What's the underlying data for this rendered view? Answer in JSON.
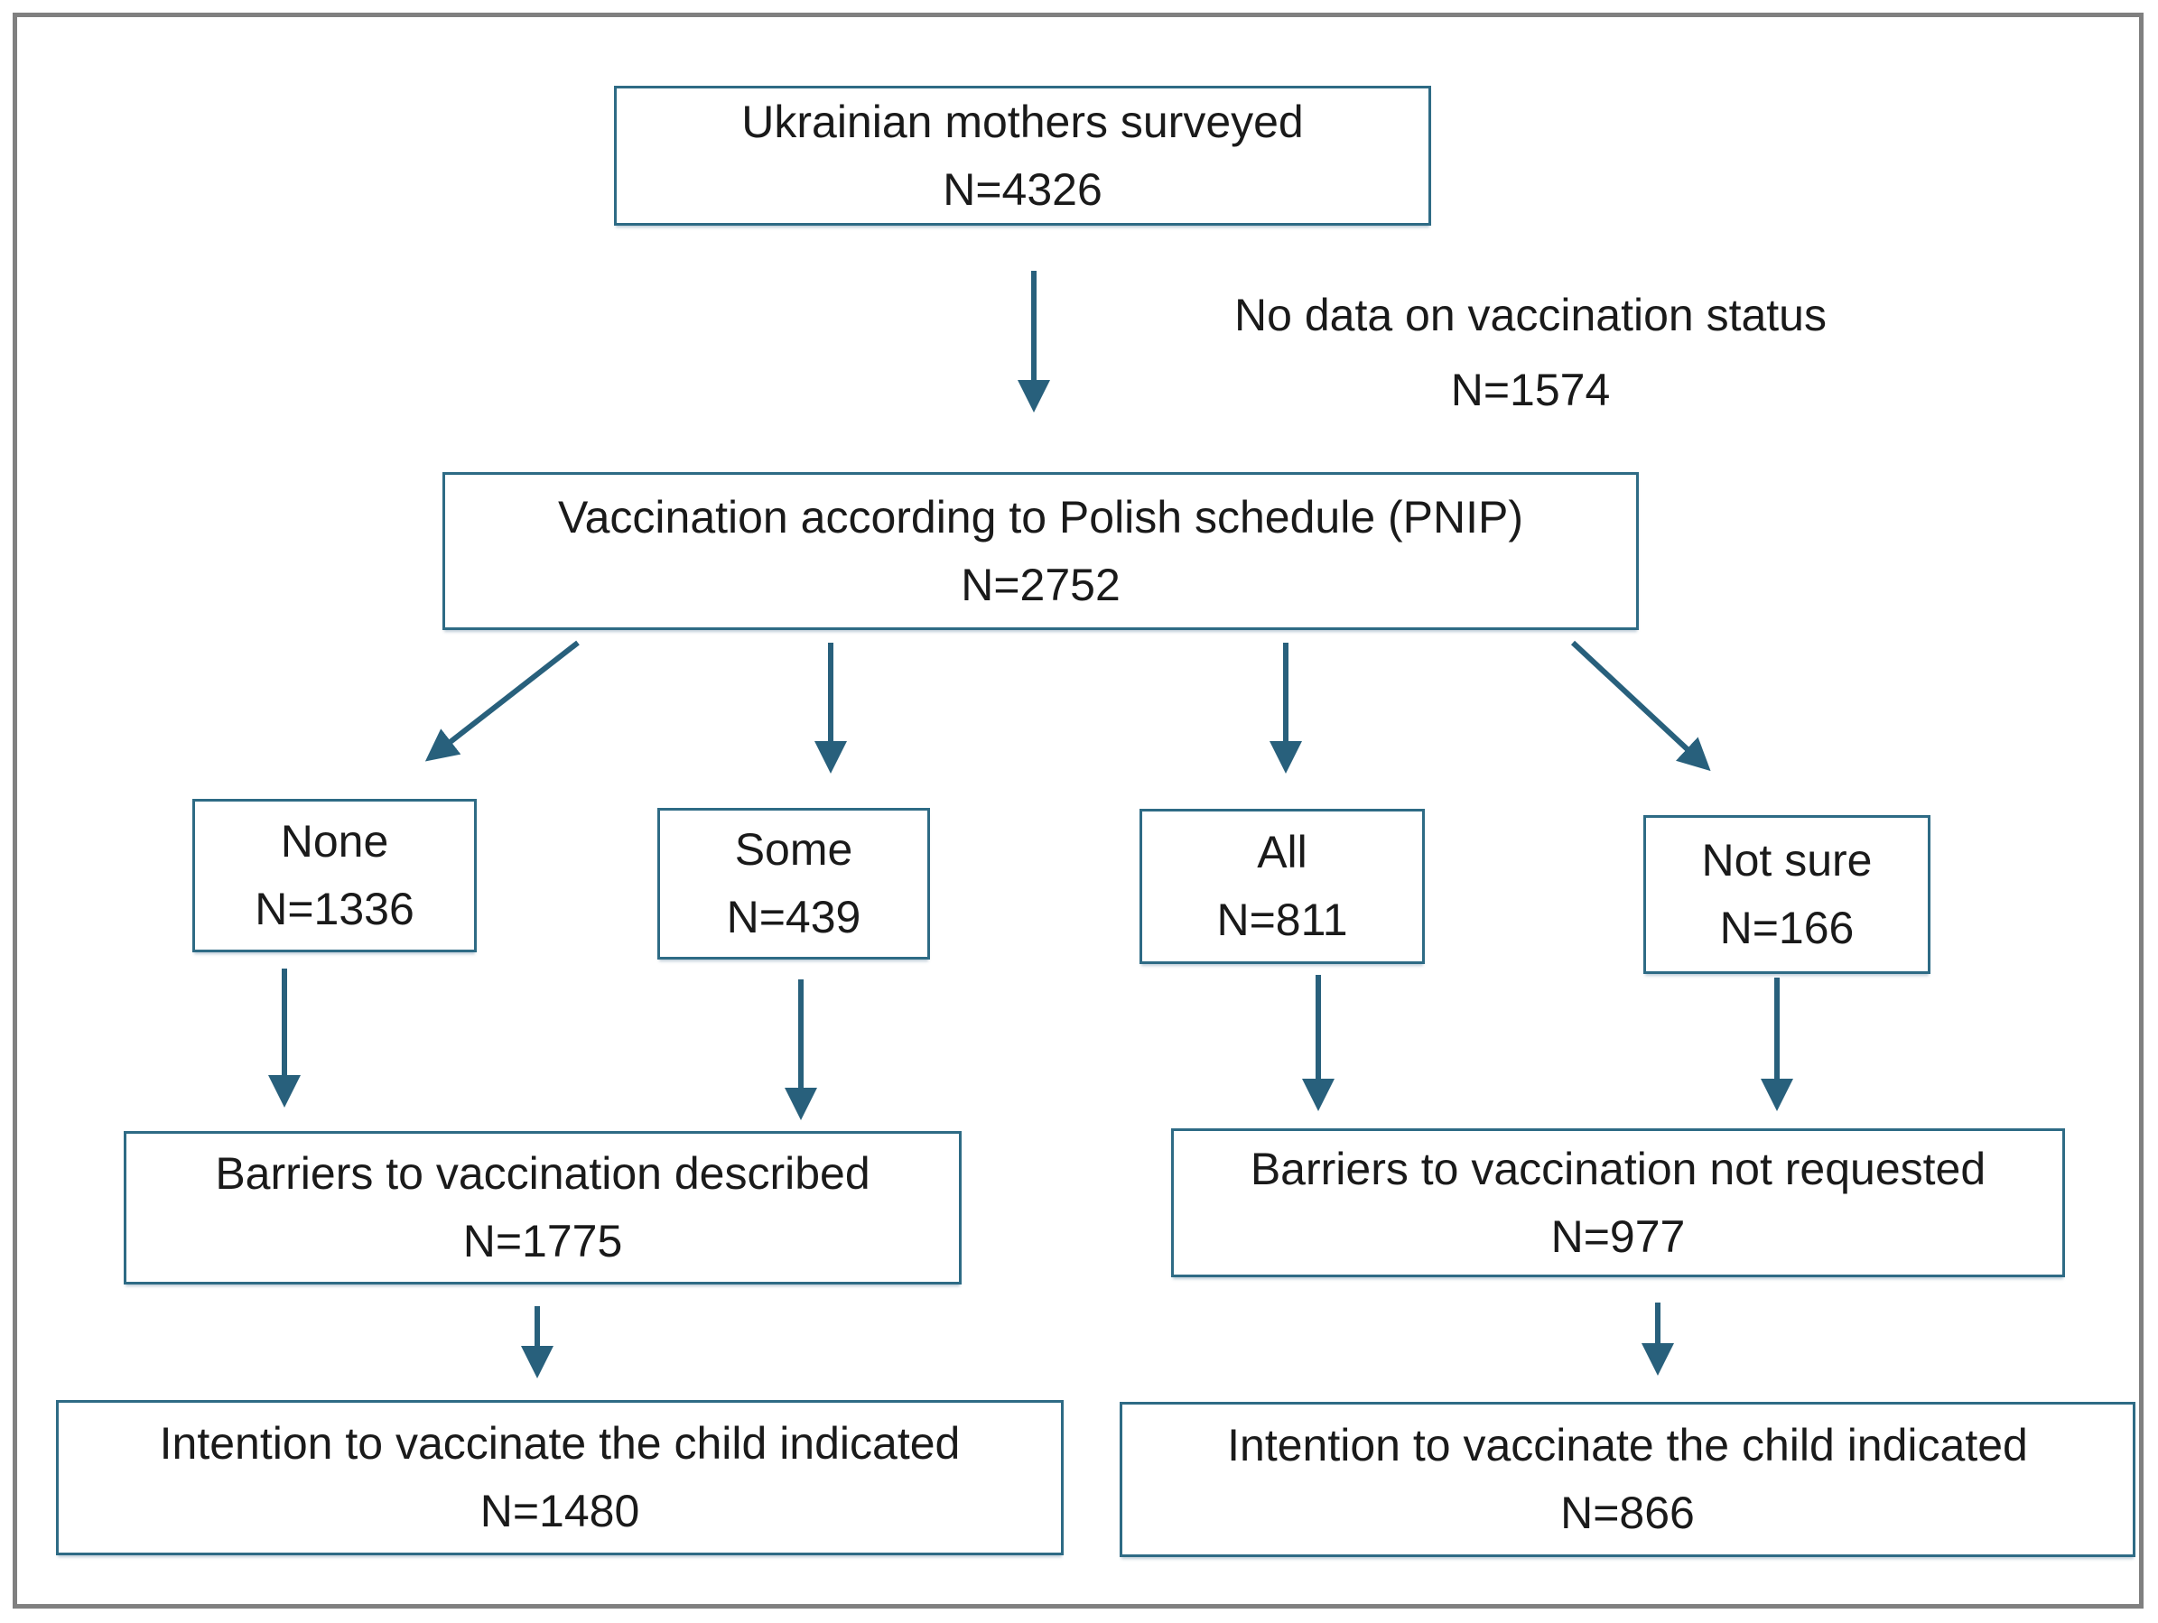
{
  "nodes": {
    "surveyed": {
      "label": "Ukrainian mothers surveyed",
      "n": "N=4326"
    },
    "pnip": {
      "label": "Vaccination according to Polish schedule (PNIP)",
      "n": "N=2752"
    },
    "none": {
      "label": "None",
      "n": "N=1336"
    },
    "some": {
      "label": "Some",
      "n": "N=439"
    },
    "all": {
      "label": "All",
      "n": "N=811"
    },
    "not_sure": {
      "label": "Not sure",
      "n": "N=166"
    },
    "barriers_described": {
      "label": "Barriers to vaccination described",
      "n": "N=1775"
    },
    "barriers_not_requested": {
      "label": "Barriers to vaccination not requested",
      "n": "N=977"
    },
    "intention_left": {
      "label": "Intention to vaccinate the child indicated",
      "n": "N=1480"
    },
    "intention_right": {
      "label": "Intention to vaccinate the child indicated",
      "n": "N=866"
    }
  },
  "annotations": {
    "excluded": {
      "label": "No data on vaccination status",
      "n": "N=1574"
    }
  },
  "colors": {
    "arrow": "#28607c",
    "box_border": "#2e6b85",
    "frame_border": "#808080",
    "text": "#1a1a1a",
    "background": "#ffffff"
  }
}
